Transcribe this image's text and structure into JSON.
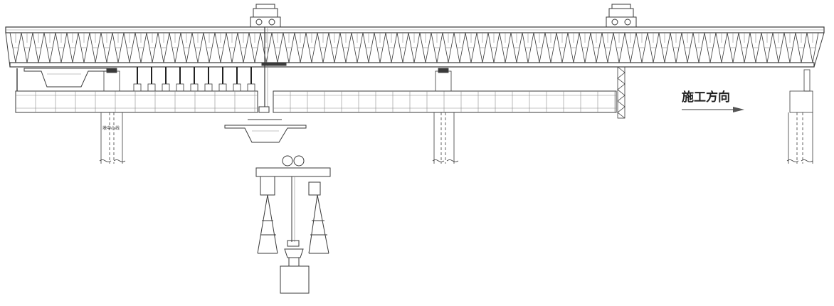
{
  "labels": {
    "direction": "施工方向",
    "pier_center": "墩中心线"
  },
  "colors": {
    "line": "#3a3a3a",
    "light": "#8a8a8a",
    "background": "#ffffff"
  },
  "icons": [
    "right-arrow"
  ]
}
